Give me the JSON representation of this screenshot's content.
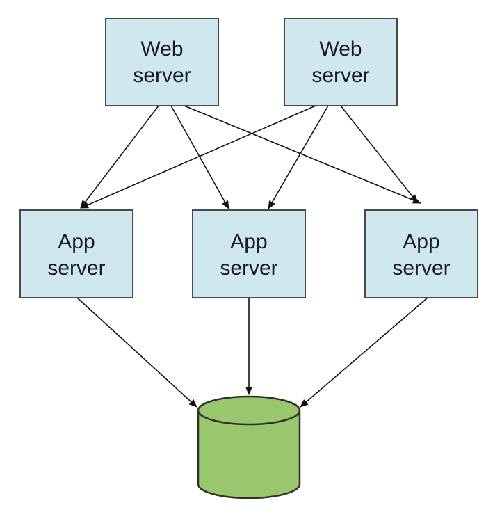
{
  "colors": {
    "server_fill": "#cfe7ef",
    "server_stroke": "#4a4a4a",
    "database_fill": "#98c76e",
    "database_stroke": "#2f2f2f",
    "edge": "#111111"
  },
  "nodes": {
    "web1": {
      "line1": "Web",
      "line2": "server"
    },
    "web2": {
      "line1": "Web",
      "line2": "server"
    },
    "app1": {
      "line1": "App",
      "line2": "server"
    },
    "app2": {
      "line1": "App",
      "line2": "server"
    },
    "app3": {
      "line1": "App",
      "line2": "server"
    }
  },
  "edges": [
    {
      "from": "web1",
      "to": "app1"
    },
    {
      "from": "web1",
      "to": "app2"
    },
    {
      "from": "web1",
      "to": "app3"
    },
    {
      "from": "web2",
      "to": "app1"
    },
    {
      "from": "web2",
      "to": "app2"
    },
    {
      "from": "web2",
      "to": "app3"
    },
    {
      "from": "app1",
      "to": "database"
    },
    {
      "from": "app2",
      "to": "database"
    },
    {
      "from": "app3",
      "to": "database"
    }
  ]
}
